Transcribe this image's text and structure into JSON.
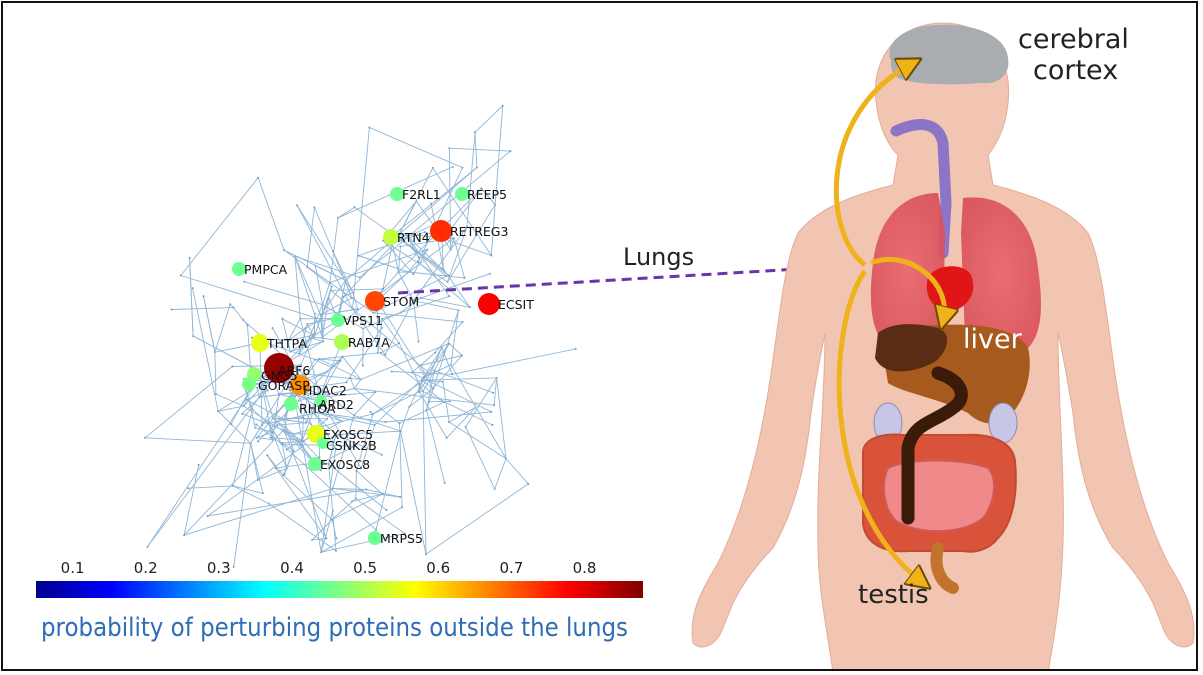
{
  "network": {
    "nodes": [
      {
        "label": "F2RL1",
        "p": 0.45
      },
      {
        "label": "REEP5",
        "p": 0.45
      },
      {
        "label": "RTN4",
        "p": 0.52
      },
      {
        "label": "RETREG3",
        "p": 0.74
      },
      {
        "label": "PMPCA",
        "p": 0.45
      },
      {
        "label": "STOM",
        "p": 0.72
      },
      {
        "label": "ECSIT",
        "p": 0.78
      },
      {
        "label": "VPS11",
        "p": 0.45
      },
      {
        "label": "RAB7A",
        "p": 0.5
      },
      {
        "label": "THTPA",
        "p": 0.55
      },
      {
        "label": "ARF6",
        "p": 0.86
      },
      {
        "label": "GNG5",
        "p": 0.48
      },
      {
        "label": "GORASP",
        "p": 0.46
      },
      {
        "label": "HDAC2",
        "p": 0.66
      },
      {
        "label": "RHOA",
        "p": 0.45
      },
      {
        "label": "ARD2",
        "p": 0.45
      },
      {
        "label": "EXOSC5",
        "p": 0.55
      },
      {
        "label": "CSNK2B",
        "p": 0.45
      },
      {
        "label": "EXOSC8",
        "p": 0.45
      },
      {
        "label": "MRPS5",
        "p": 0.45
      }
    ]
  },
  "colorbar": {
    "ticks": [
      "0.1",
      "0.2",
      "0.3",
      "0.4",
      "0.5",
      "0.6",
      "0.7",
      "0.8"
    ],
    "caption": "probability of perturbing proteins outside the lungs",
    "colormap": "jet"
  },
  "annotations": {
    "lungs": "Lungs",
    "cerebral": "cerebral",
    "cortex": "cortex",
    "liver": "liver",
    "testis": "testis"
  },
  "colors": {
    "arrow_dashed": "#6a35a8",
    "curved_arrows": "#f0b21a",
    "skin": "#f1c4b0"
  }
}
